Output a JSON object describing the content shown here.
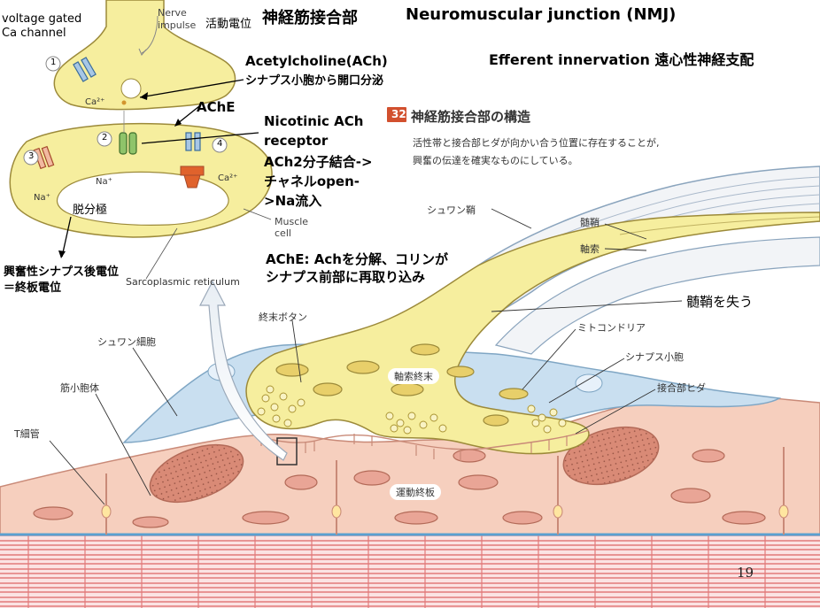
{
  "title": {
    "jp": "神経筋接合部",
    "en": "Neuromuscular junction (NMJ)"
  },
  "subtitle": "Efferent innervation 遠心性神経支配",
  "inset": {
    "voltage_gated": "voltage gated",
    "ca_channel": "Ca channel",
    "nerve": "Nerve",
    "impulse": "impulse",
    "action_potential": "活動電位",
    "ca2_top": "Ca²⁺",
    "ca2_right": "Ca²⁺",
    "na_left": "Na⁺",
    "na_mid": "Na⁺",
    "depolarization": "脱分極",
    "muscle": "Muscle",
    "cell": "cell",
    "sarcoplasmic_reticulum": "Sarcoplasmic reticulum",
    "steps": [
      "1",
      "2",
      "3",
      "4"
    ]
  },
  "annotations": {
    "ach_line1": "Acetylcholine(ACh)",
    "ach_line2": "シナプス小胞から開口分泌",
    "ache": "AChE",
    "nicotinic_1": "Nicotinic ACh",
    "nicotinic_2": "receptor",
    "nicotinic_3": "ACh2分子結合->",
    "nicotinic_4": "チャネルopen-",
    "nicotinic_5": ">Na流入",
    "ache_desc_1": "AChE: Achを分解、コリンが",
    "ache_desc_2": "シナプス前部に再取り込み",
    "epsp_1": "興奮性シナプス後電位",
    "epsp_2": "＝終板電位",
    "lose_myelin": "髄鞘を失う"
  },
  "book": {
    "number": "32",
    "heading": "神経筋接合部の構造",
    "desc_1": "活性帯と接合部ヒダが向かい合う位置に存在することが,",
    "desc_2": "興奮の伝達を確実なものにしている。"
  },
  "labels": {
    "schwann_sheath": "シュワン鞘",
    "myelin": "髄鞘",
    "axon": "軸索",
    "terminal_button": "終末ボタン",
    "mitochondria": "ミトコンドリア",
    "synaptic_vesicle": "シナプス小胞",
    "junctional_folds": "接合部ヒダ",
    "schwann_cell": "シュワン細胞",
    "sarcoplasmic": "筋小胞体",
    "t_tubule": "T細管",
    "axon_terminal": "軸索終末",
    "motor_end_plate": "運動終板"
  },
  "page_number": "19",
  "colors": {
    "nerve_yellow": "#f6ee9e",
    "nerve_outline": "#9c8a3a",
    "muscle_pink": "#f6cfbe",
    "muscle_outline": "#c98a78",
    "nucleus": "#d98a76",
    "schwann_blue": "#c9dff0",
    "myelin_white": "#f2f4f7",
    "red_bands": "#f28f8f",
    "ache_badge": "#d2502e"
  }
}
